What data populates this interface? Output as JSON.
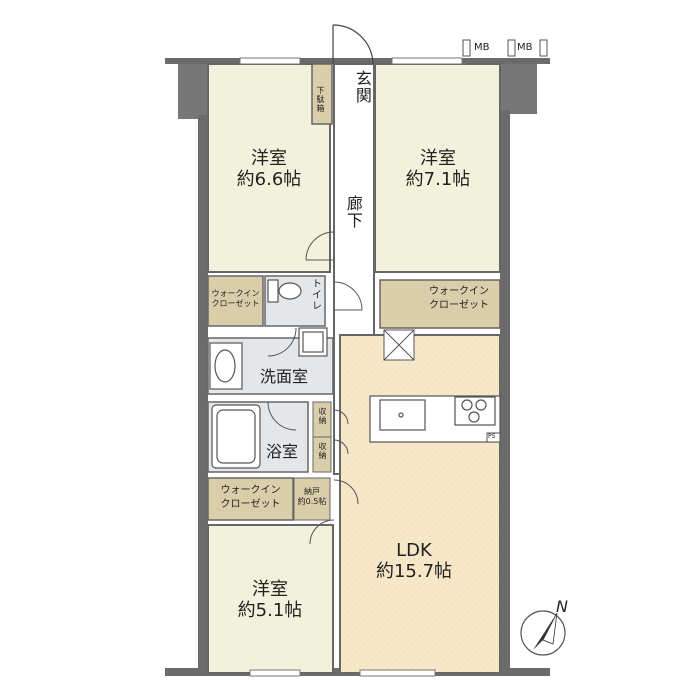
{
  "rooms": {
    "bedroom_nw": {
      "name": "洋室",
      "size": "約6.6帖"
    },
    "bedroom_ne": {
      "name": "洋室",
      "size": "約7.1帖"
    },
    "bedroom_sw": {
      "name": "洋室",
      "size": "約5.1帖"
    },
    "ldk": {
      "name": "LDK",
      "size": "約15.7帖"
    },
    "entrance": "玄関",
    "shoe_box": "下駄箱",
    "hallway": "廊下",
    "toilet": "トイレ",
    "washroom": "洗面室",
    "bathroom": "浴室",
    "storage_upper": "収納",
    "storage_lower": "収納",
    "wic_left": [
      "ウォークイン",
      "クローゼット"
    ],
    "wic_right": [
      "ウォークイン",
      "クローゼット"
    ],
    "wic_bottom": [
      "ウォークイン",
      "クローゼット"
    ],
    "closet_small": {
      "name": "納戸",
      "size": "約0.5帖"
    }
  },
  "meter_boxes": [
    "MB",
    "MB"
  ],
  "ps_label": "PS",
  "compass_label": "N",
  "colors": {
    "bedroom": "#f2f1dc",
    "wet_area": "#e4e7e9",
    "storage": "#d9cdaa",
    "ldk": "#f7e8c9",
    "hall": "#ffffff",
    "wall": "#6b6b6b",
    "balcony_wall": "#777777"
  }
}
